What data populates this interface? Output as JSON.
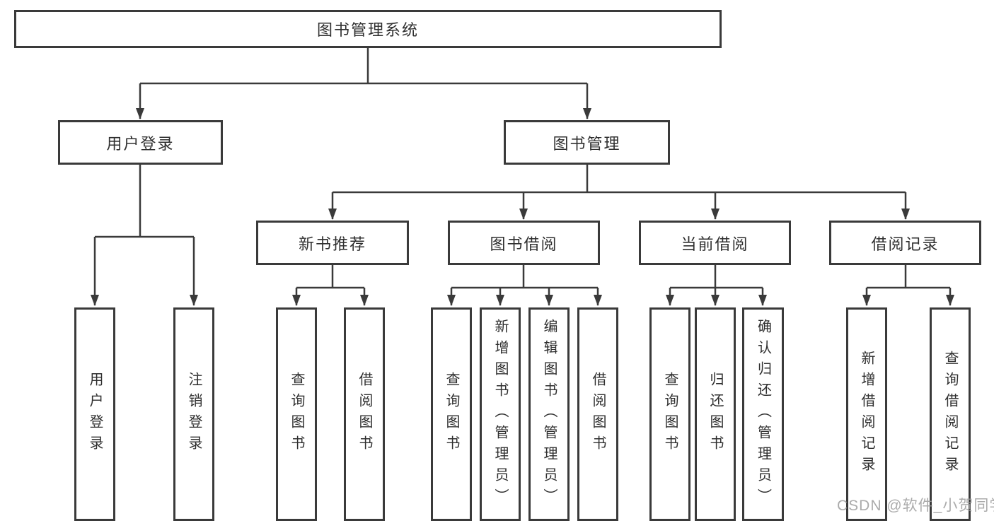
{
  "root": {
    "label": "图书管理系统"
  },
  "level2": {
    "user_login": {
      "label": "用户登录"
    },
    "book_management": {
      "label": "图书管理"
    }
  },
  "level3": {
    "new_book_recommend": {
      "label": "新书推荐"
    },
    "book_borrowing": {
      "label": "图书借阅"
    },
    "current_borrowing": {
      "label": "当前借阅"
    },
    "borrowing_records": {
      "label": "借阅记录"
    }
  },
  "leaves": {
    "user_login": [
      "用户登录",
      "注销登录"
    ],
    "new_book_recommend": [
      "查询图书",
      "借阅图书"
    ],
    "book_borrowing": [
      "查询图书",
      "新增图书（管理员）",
      "编辑图书（管理员）",
      "借阅图书"
    ],
    "current_borrowing": [
      "查询图书",
      "归还图书",
      "确认归还（管理员）"
    ],
    "borrowing_records": [
      "新增借阅记录",
      "查询借阅记录"
    ]
  },
  "watermark": "CSDN @软件_小贺同学",
  "colors": {
    "line": "#3a3a3a",
    "text": "#2f2f2f",
    "watermark": "#9d9d9d",
    "background": "#ffffff"
  }
}
